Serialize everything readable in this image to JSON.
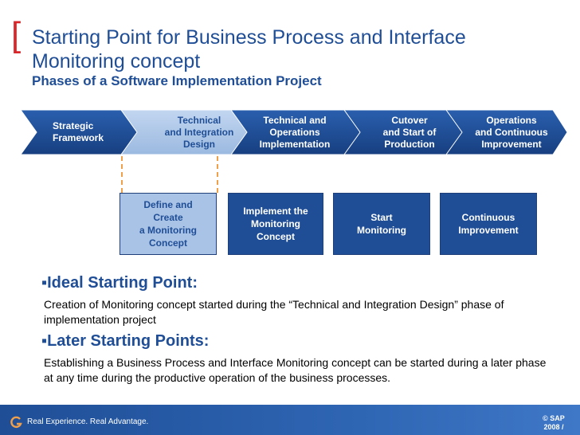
{
  "header": {
    "bracket": "[",
    "title": "Starting Point for Business Process and Interface Monitoring concept",
    "subtitle": "Phases of a Software Implementation Project"
  },
  "phases": [
    {
      "label": "Strategic\nFramework",
      "highlight": false
    },
    {
      "label": "Technical\nand Integration\nDesign",
      "highlight": true
    },
    {
      "label": "Technical and\nOperations\nImplementation",
      "highlight": false
    },
    {
      "label": "Cutover\nand Start of\nProduction",
      "highlight": false
    },
    {
      "label": "Operations\nand Continuous\nImprovement",
      "highlight": false
    }
  ],
  "steps": [
    {
      "label": "Define and\nCreate\na Monitoring\nConcept",
      "highlight": true
    },
    {
      "label": "Implement the\nMonitoring\nConcept",
      "highlight": false
    },
    {
      "label": "Start\nMonitoring",
      "highlight": false
    },
    {
      "label": "Continuous\nImprovement",
      "highlight": false
    }
  ],
  "bullets": [
    {
      "heading": "▪Ideal Starting Point:",
      "text": "Creation of Monitoring concept started during the “Technical and Integration Design” phase of implementation project"
    },
    {
      "heading": "▪Later Starting Points:",
      "text": "Establishing a Business Process and Interface Monitoring concept can be started during a later phase at any time during the productive operation of the business processes."
    }
  ],
  "footer": {
    "logo_icon": "g-logo-icon",
    "tagline": "Real Experience. Real Advantage.",
    "copyright": "© SAP\n2008 /"
  },
  "colors": {
    "brand_blue": "#1f4e96",
    "highlight_blue": "#a9c3e6",
    "accent_red": "#d9262b",
    "dash_orange": "#f0a04b"
  }
}
